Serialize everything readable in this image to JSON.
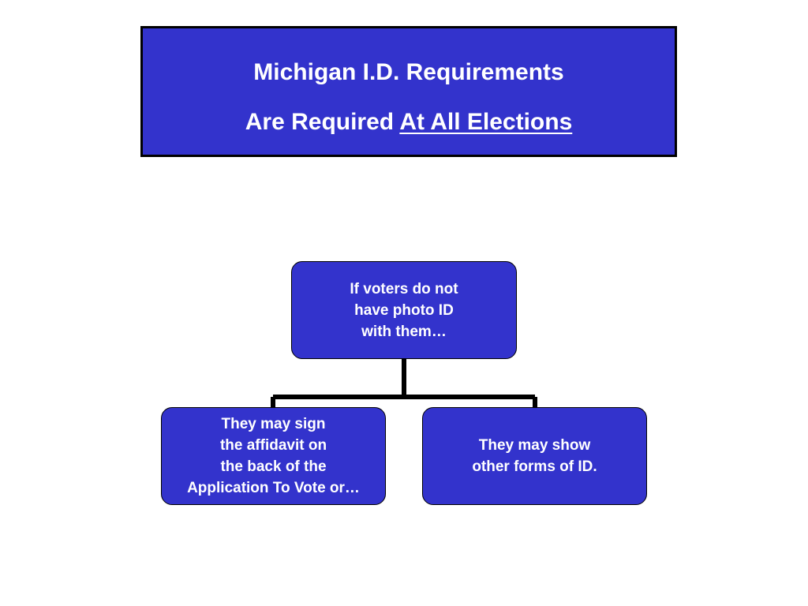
{
  "title": {
    "line1": "Michigan I.D. Requirements",
    "line2_prefix": "Are Required ",
    "line2_emphasis": "At All Elections"
  },
  "diagram": {
    "root": {
      "text": "If voters do not\n have photo ID\nwith them…"
    },
    "children": [
      {
        "text": "They may sign\nthe affidavit on\nthe back of the\nApplication To Vote or…"
      },
      {
        "text": "They may show\n other forms of ID."
      }
    ]
  },
  "colors": {
    "box_fill": "#3333cc",
    "text": "#ffffff",
    "border": "#000000",
    "connector": "#000000",
    "background": "#ffffff"
  }
}
